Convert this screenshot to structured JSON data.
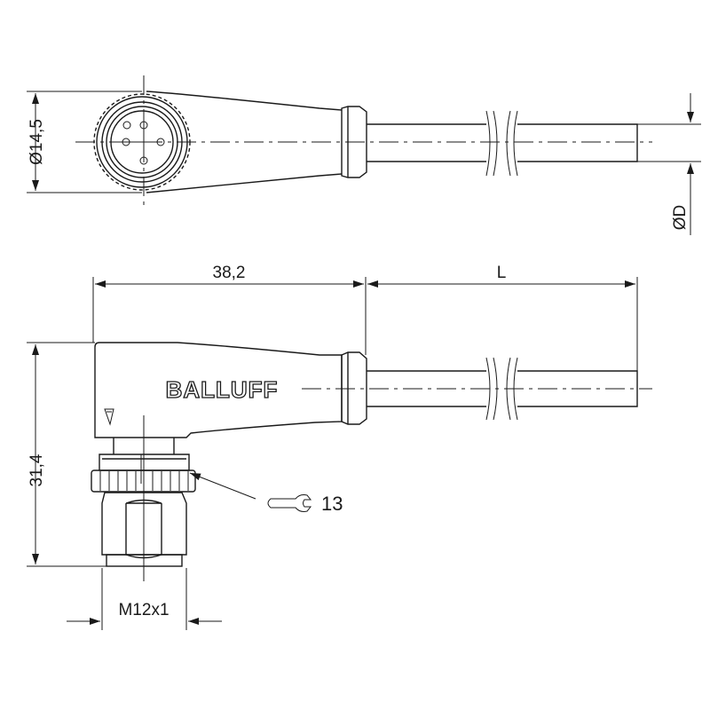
{
  "dimensions": {
    "diameter_head": "Ø14,5",
    "diameter_cable": "ØD",
    "length_body": "38,2",
    "length_cable": "L",
    "height": "31,4",
    "thread": "M12x1",
    "wrench_size": "13"
  },
  "brand": "BALLUFF",
  "colors": {
    "line": "#1a1a1a",
    "background": "#ffffff"
  }
}
